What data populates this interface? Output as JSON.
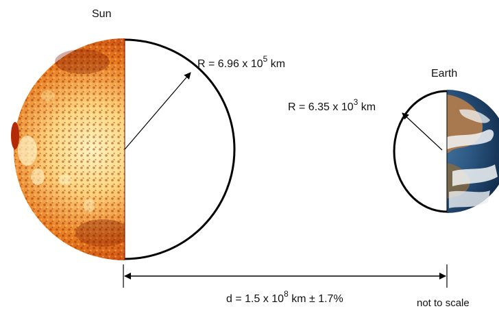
{
  "sun": {
    "label": "Sun",
    "radius": {
      "prefix": "R = 6.96 x 10",
      "exponent": "5",
      "unit": " km"
    }
  },
  "earth": {
    "label": "Earth",
    "radius": {
      "prefix": "R = 6.35 x 10",
      "exponent": "3",
      "unit": " km"
    }
  },
  "distance": {
    "prefix": "d = 1.5 x 10",
    "exponent": "8",
    "suffix": " km ± 1.7%"
  },
  "note": "not to scale",
  "colors": {
    "outline": "#000000",
    "sun_dark": "#7a1400",
    "sun_mid": "#c8440a",
    "sun_light": "#ffe7a0",
    "earth_ocean": "#2e5a86",
    "earth_land": "#a8784e",
    "earth_cloud": "#f2f4f6"
  }
}
